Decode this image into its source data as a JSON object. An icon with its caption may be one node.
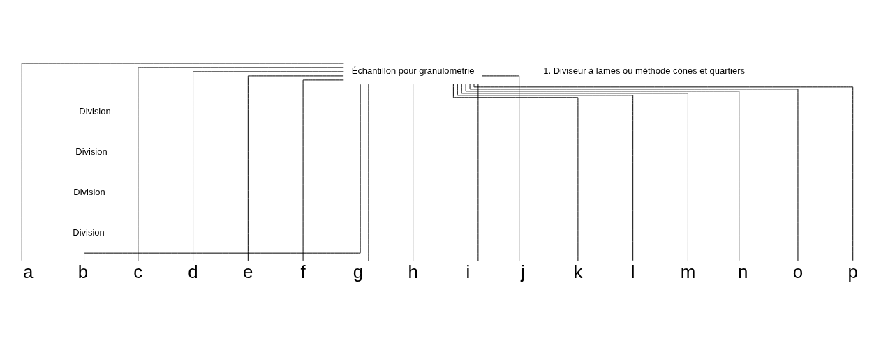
{
  "diagram": {
    "nodes": [
      {
        "text": [
          "Échantillon pour granulométrie"
        ]
      },
      {
        "text": [
          "a"
        ]
      },
      {
        "text": [
          "b"
        ]
      },
      {
        "text": [
          "c"
        ]
      },
      {
        "text": [
          "d"
        ]
      },
      {
        "text": [
          "e"
        ]
      },
      {
        "text": [
          "f"
        ]
      },
      {
        "text": [
          "g"
        ]
      },
      {
        "text": [
          "h"
        ]
      },
      {
        "text": [
          "i"
        ]
      },
      {
        "text": [
          "j"
        ]
      },
      {
        "text": [
          "k"
        ]
      },
      {
        "text": [
          "l"
        ]
      },
      {
        "text": [
          "m"
        ]
      },
      {
        "text": [
          "n"
        ]
      },
      {
        "text": [
          "o"
        ]
      },
      {
        "text": [
          "p"
        ]
      }
    ],
    "edges": [
      {
        "from": 0,
        "to": 1,
        "arrow": "none"
      },
      {
        "from": 0,
        "to": 2,
        "arrow": "none"
      },
      {
        "from": 0,
        "to": 3,
        "arrow": "none"
      },
      {
        "from": 0,
        "to": 4,
        "arrow": "none"
      },
      {
        "from": 0,
        "to": 5,
        "arrow": "none"
      },
      {
        "from": 0,
        "to": 6,
        "arrow": "none"
      },
      {
        "from": 0,
        "to": 7,
        "arrow": "none"
      },
      {
        "from": 0,
        "to": 8,
        "arrow": "none"
      },
      {
        "from": 0,
        "to": 9,
        "arrow": "none"
      },
      {
        "from": 0,
        "to": 10,
        "arrow": "none"
      },
      {
        "from": 0,
        "to": 11,
        "arrow": "none"
      },
      {
        "from": 0,
        "to": 12,
        "arrow": "none"
      },
      {
        "from": 0,
        "to": 13,
        "arrow": "none"
      },
      {
        "from": 0,
        "to": 14,
        "arrow": "none"
      },
      {
        "from": 0,
        "to": 15,
        "arrow": "none"
      },
      {
        "from": 0,
        "to": 16,
        "arrow": "none"
      }
    ],
    "labels": [
      "1. Diviseur à lames ou méthode cônes et quartiers",
      "Division",
      "Division",
      "Division",
      "Division"
    ]
  }
}
